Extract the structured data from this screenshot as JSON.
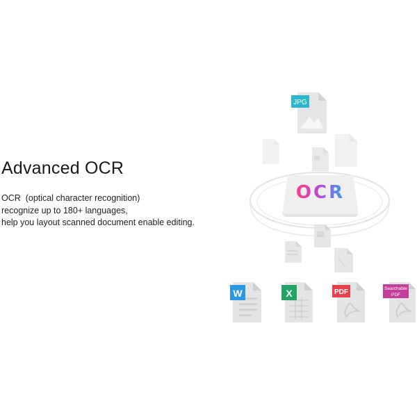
{
  "heading": "Advanced OCR",
  "description": {
    "line1": "OCR  (optical character recognition)",
    "line2": "recognize up to 180+ languages,",
    "line3": "help you layout scanned document enable editing."
  },
  "illustration": {
    "ocr_label": "OCR",
    "jpg_badge": "JPG",
    "outputs": [
      {
        "badge": "W",
        "color": "#2b97e3",
        "icon": "word-doc-icon"
      },
      {
        "badge": "X",
        "color": "#21a466",
        "icon": "excel-doc-icon"
      },
      {
        "badge": "PDF",
        "color": "#e8404e",
        "icon": "pdf-doc-icon"
      },
      {
        "badge_line1": "Searchable",
        "badge_line2": "PDF",
        "color": "#c43d9b",
        "icon": "searchable-pdf-icon"
      }
    ]
  },
  "colors": {
    "doc_gray": "#e4e4e4",
    "ocr_gradient_start": "#ff3b8a",
    "ocr_gradient_mid": "#b44ad8",
    "ocr_gradient_end": "#2fa7e8"
  }
}
